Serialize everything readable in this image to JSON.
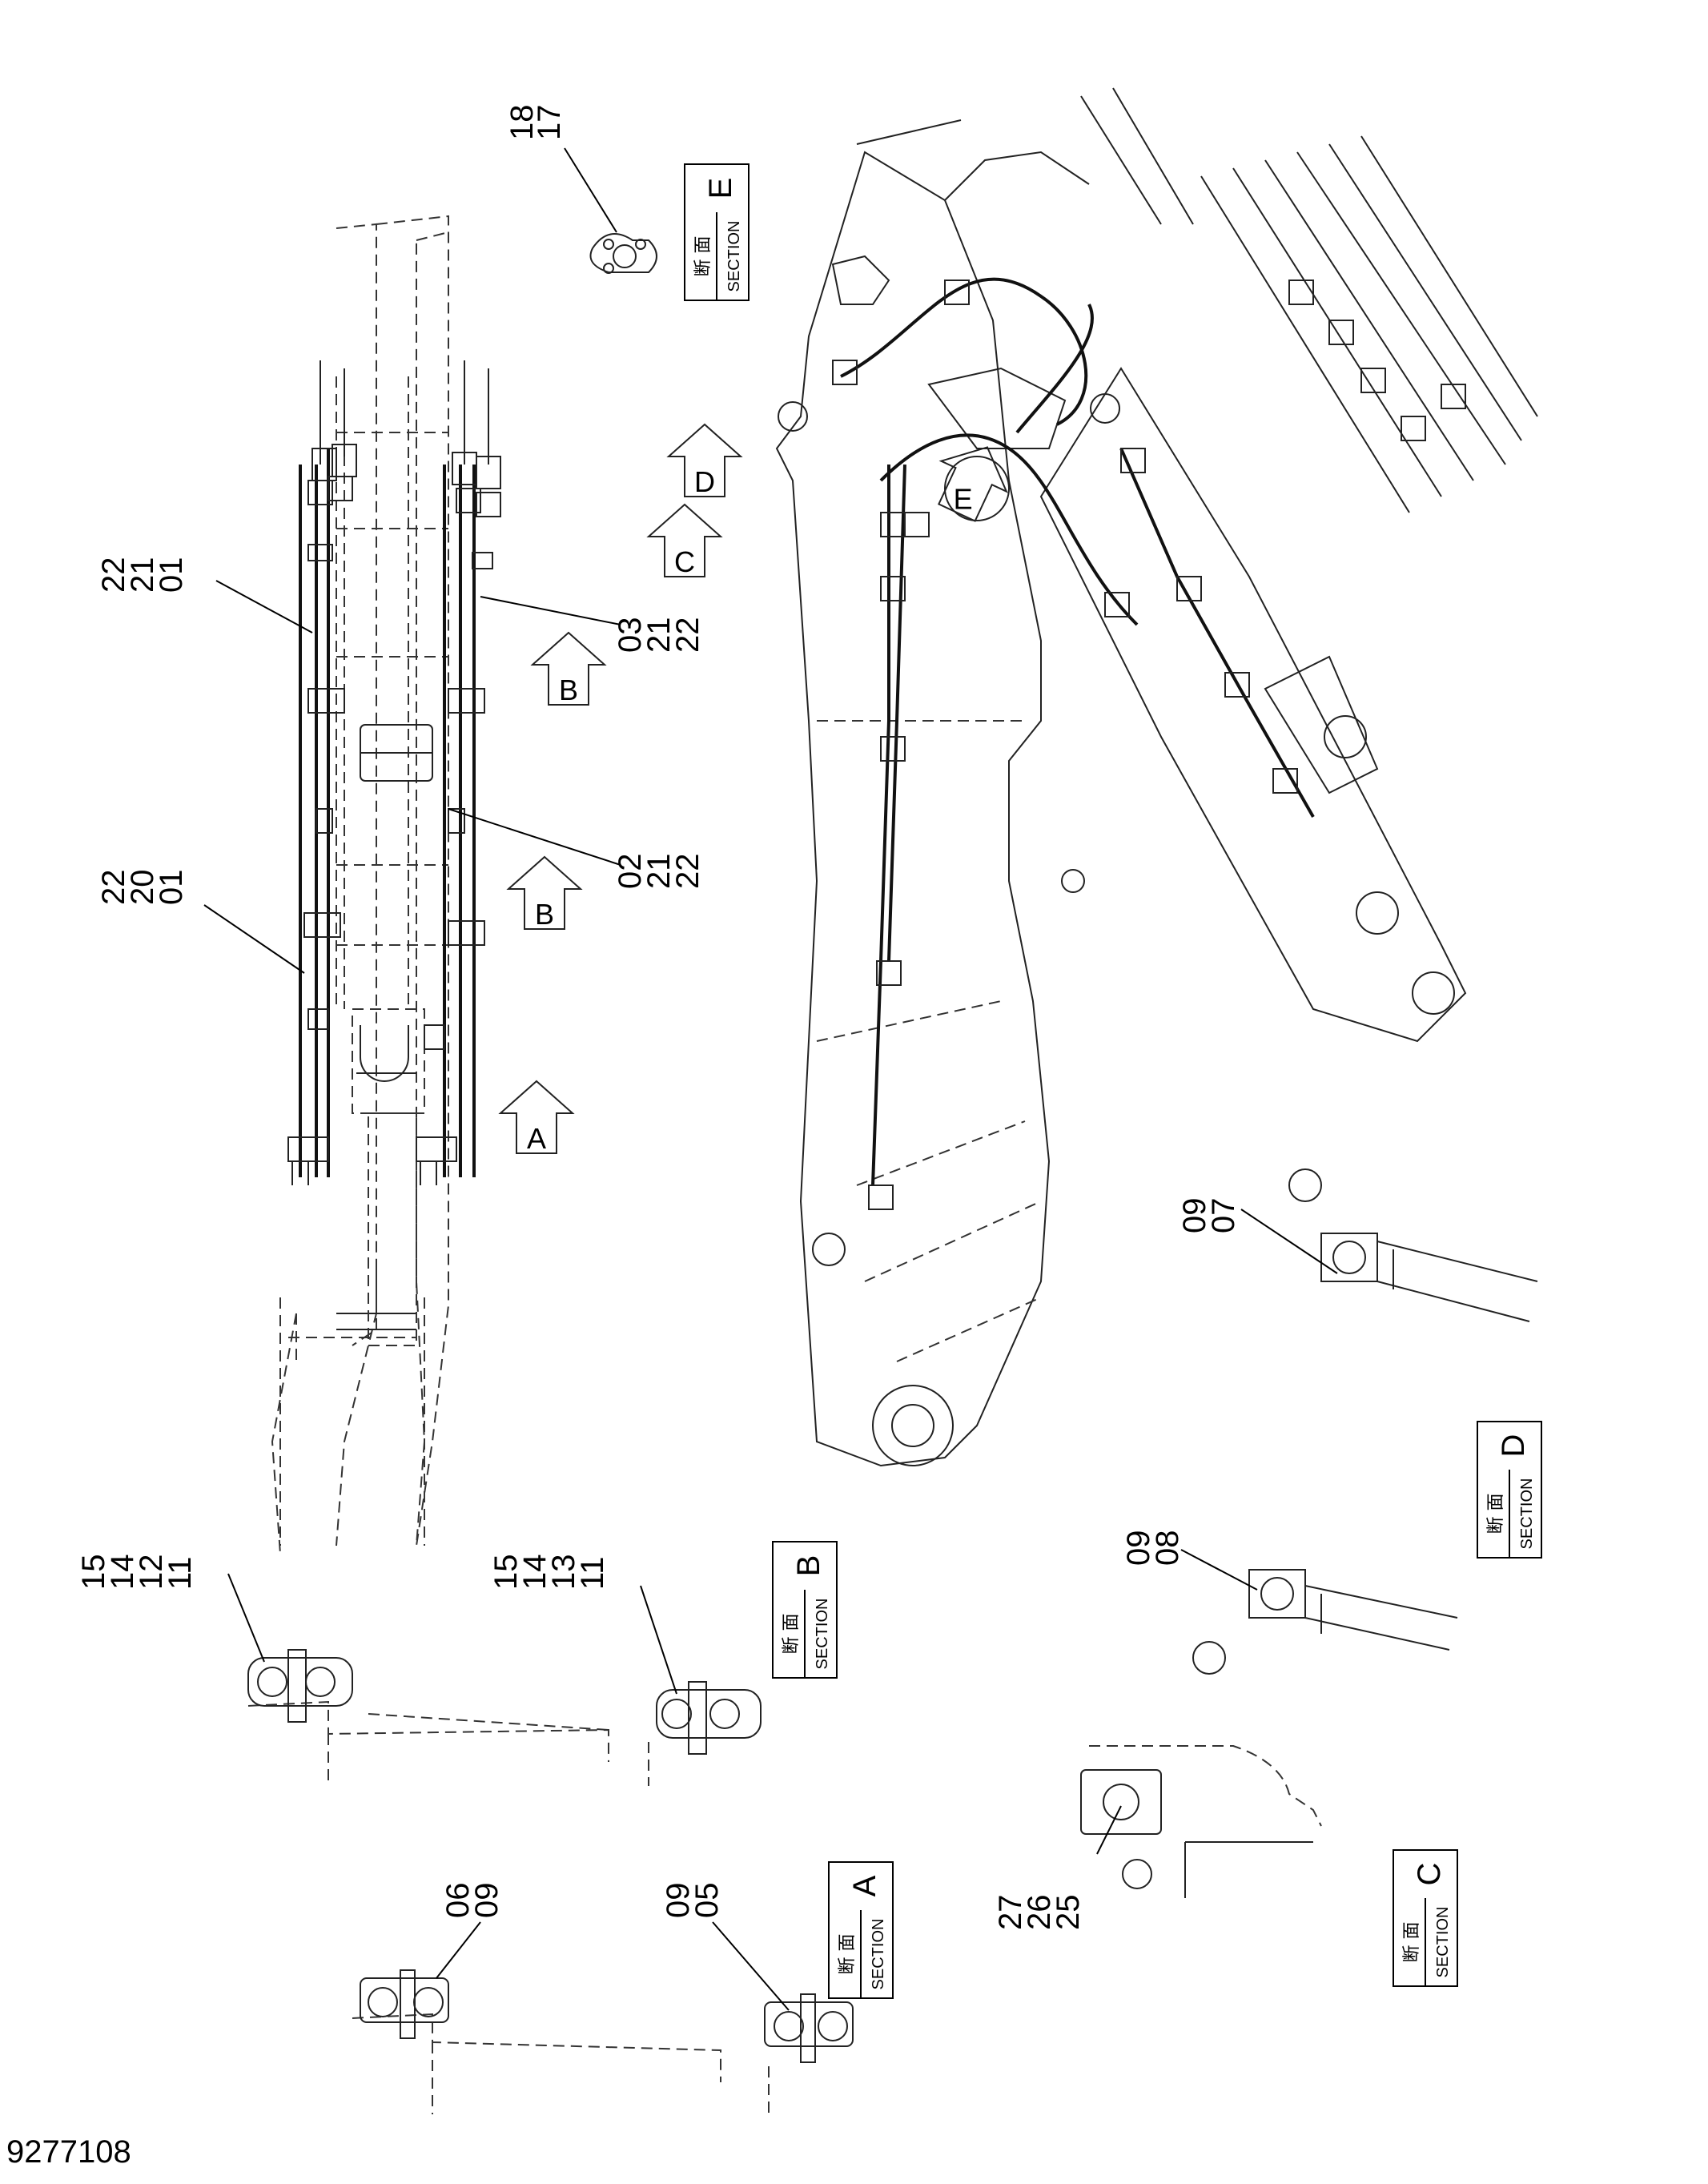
{
  "drawing_number": "9277108",
  "section_word_jp": "断 面",
  "section_word_en": "SECTION",
  "section_boxes": [
    {
      "letter": "A"
    },
    {
      "letter": "B"
    },
    {
      "letter": "C"
    },
    {
      "letter": "D"
    },
    {
      "letter": "E"
    }
  ],
  "view_arrows": [
    {
      "letter": "A"
    },
    {
      "letter": "B"
    },
    {
      "letter": "B"
    },
    {
      "letter": "C"
    },
    {
      "letter": "D"
    },
    {
      "letter": "E"
    }
  ],
  "callouts": [
    {
      "lines": [
        "18",
        "17"
      ]
    },
    {
      "lines": [
        "22",
        "21",
        "01"
      ]
    },
    {
      "lines": [
        "03",
        "21",
        "22"
      ]
    },
    {
      "lines": [
        "22",
        "20",
        "01"
      ]
    },
    {
      "lines": [
        "02",
        "21",
        "22"
      ]
    },
    {
      "lines": [
        "09",
        "07"
      ]
    },
    {
      "lines": [
        "15",
        "14",
        "12",
        "11"
      ]
    },
    {
      "lines": [
        "15",
        "14",
        "13",
        "11"
      ]
    },
    {
      "lines": [
        "09",
        "08"
      ]
    },
    {
      "lines": [
        "06",
        "09"
      ]
    },
    {
      "lines": [
        "09",
        "05"
      ]
    },
    {
      "lines": [
        "27",
        "26",
        "25"
      ]
    }
  ]
}
